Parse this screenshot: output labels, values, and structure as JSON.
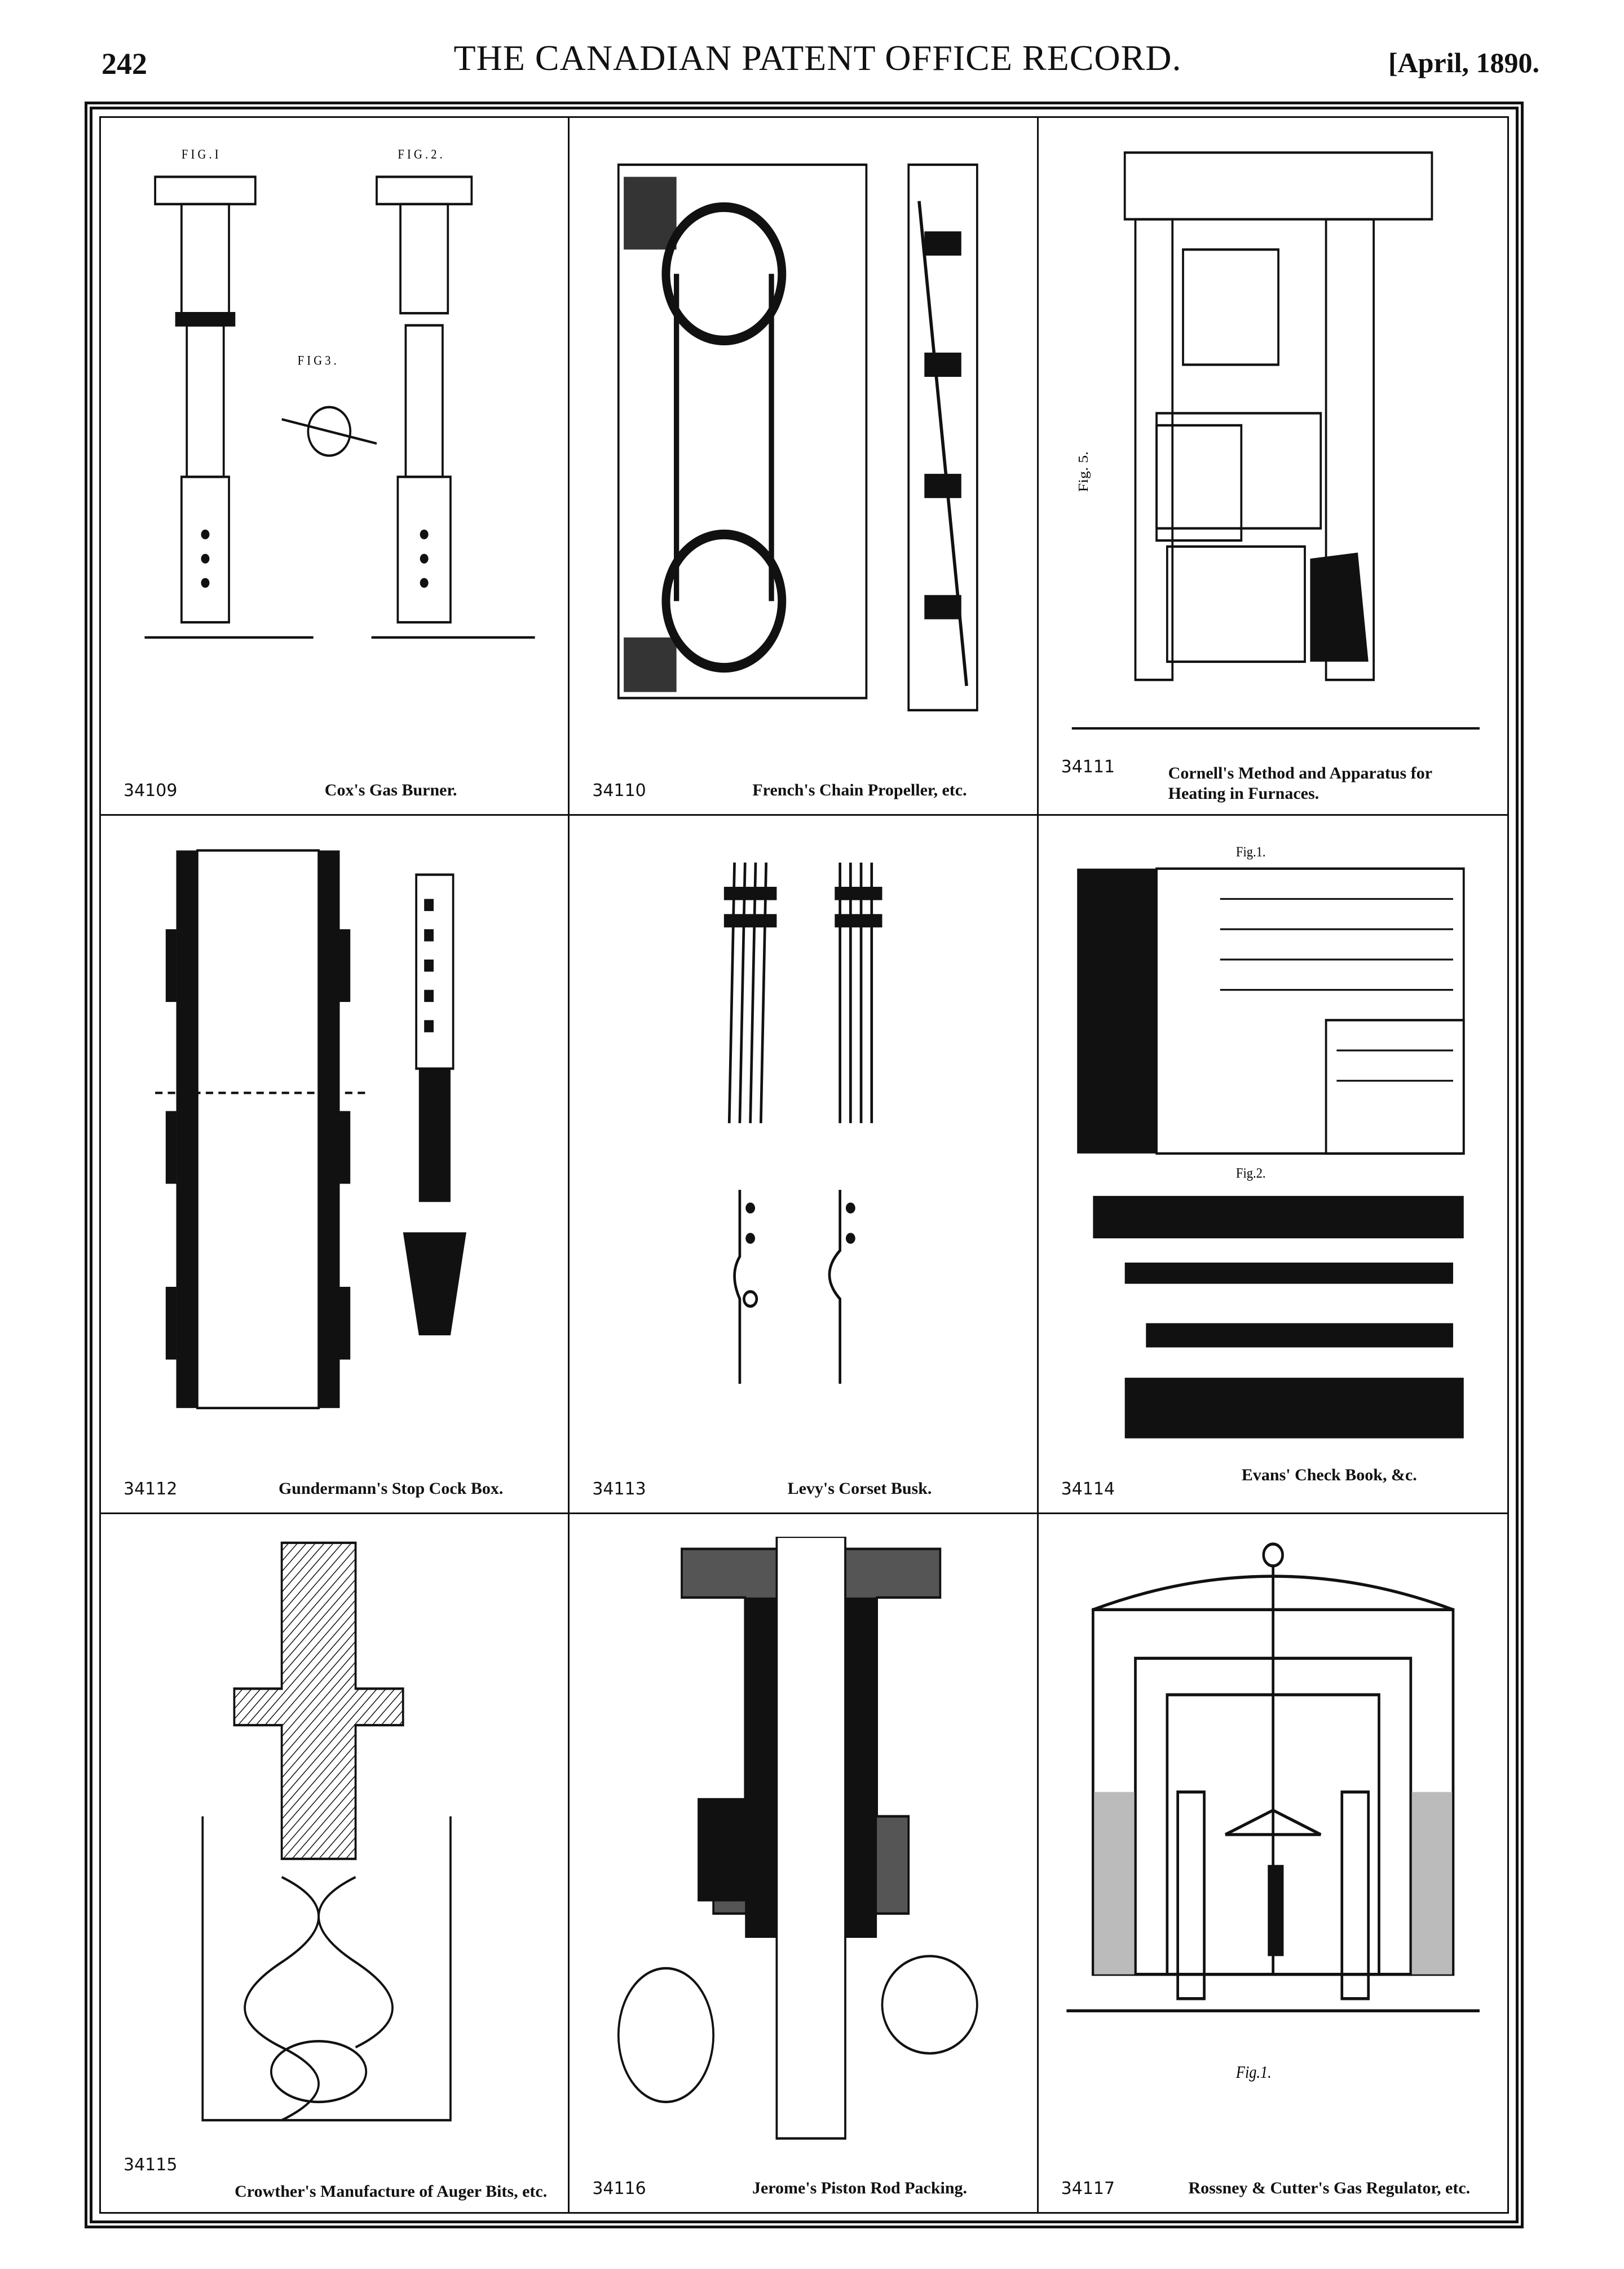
{
  "header": {
    "page_number": "242",
    "title": "THE CANADIAN PATENT OFFICE RECORD.",
    "date": "[April, 1890."
  },
  "entries": [
    {
      "number": "34109",
      "title": "Cox's Gas Burner."
    },
    {
      "number": "34110",
      "title": "French's Chain Propeller, etc."
    },
    {
      "number": "34111",
      "title": "Cornell's Method and Apparatus for Heating in Furnaces."
    },
    {
      "number": "34112",
      "title": "Gundermann's Stop Cock Box."
    },
    {
      "number": "34113",
      "title": "Levy's Corset Busk."
    },
    {
      "number": "34114",
      "title": "Evans' Check Book, &c."
    },
    {
      "number": "34115",
      "title": "Crowther's Manufacture of Auger Bits, etc."
    },
    {
      "number": "34116",
      "title": "Jerome's Piston Rod Packing."
    },
    {
      "number": "34117",
      "title": "Rossney & Cutter's Gas Regulator, etc."
    }
  ],
  "figure_labels": {
    "cox_fig1": "F I G . I",
    "cox_fig2": "F I G . 2 .",
    "cox_fig3": "F I G 3 .",
    "cornell_fig": "Fig. 5.",
    "evans_fig1": "Fig.1.",
    "evans_fig2": "Fig.2.",
    "rossney_fig": "Fig.1."
  }
}
